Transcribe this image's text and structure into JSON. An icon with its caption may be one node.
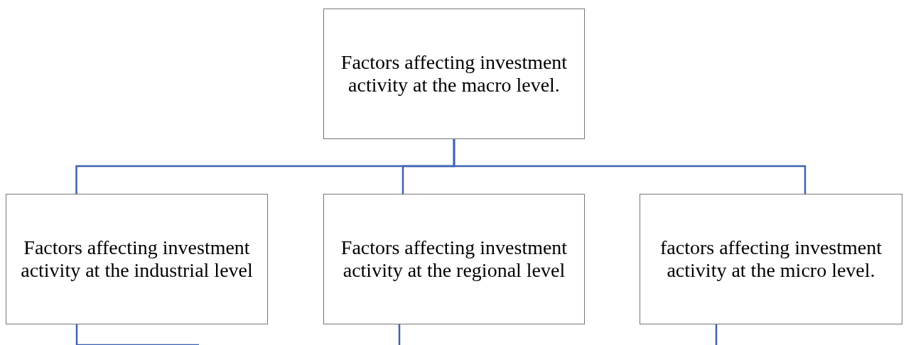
{
  "diagram": {
    "nodes": [
      {
        "text": [
          "Factors affecting investment activity at the macro level."
        ]
      },
      {
        "text": [
          "Factors affecting investment activity at the industrial level"
        ]
      },
      {
        "text": [
          "Factors affecting investment activity at the regional level"
        ]
      },
      {
        "text": [
          "factors affecting investment activity at the micro level."
        ]
      }
    ],
    "edges": [
      {
        "from": 0,
        "to": 1,
        "arrow": "none"
      },
      {
        "from": 0,
        "to": 2,
        "arrow": "none"
      },
      {
        "from": 0,
        "to": 3,
        "arrow": "none"
      },
      {
        "from": 1,
        "to": null,
        "arrow": "none"
      },
      {
        "from": 2,
        "to": null,
        "arrow": "none"
      },
      {
        "from": 3,
        "to": null,
        "arrow": "none"
      }
    ]
  }
}
